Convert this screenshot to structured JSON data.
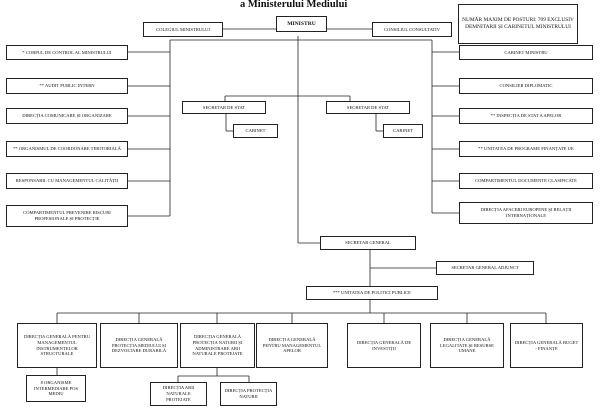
{
  "title": "a Ministerului Mediului",
  "note": "NUMĂR  MAXIM DE POSTURI: 709 EXCLUSIV DEMNITARII  ȘI CABINETUL MINISTRULUI",
  "center": {
    "ministru": "MINISTRU",
    "colegiul": "COLEGIUL MINISTRULUI",
    "consiliul": "CONSILIUL CONSULTATIV",
    "secretar_stat_1": "SECRETAR DE STAT",
    "cabinet_1": "CABINET",
    "secretar_stat_2": "SECRETAR DE STAT",
    "cabinet_2": "CABINET",
    "secretar_general": "SECRETAR GENERAL",
    "secretar_general_adjunct": "SECRETAR GENERAL ADJUNCT",
    "unitatea_politici": "*** UNITATEA DE POLITICI PUBLICE"
  },
  "left_boxes": [
    "*  CORPUL DE CONTROL AL MINISTRULUI",
    "** AUDIT PUBLIC INTERN",
    "DIRECȚIA COMUNICARE ȘI ORGANIZARE",
    "** ORGANISMUL DE COORDONARE TERITORIALĂ",
    "RESPONSABIL CU MANAGEMENTUL CALITĂȚII",
    "COMPARTIMENTUL PREVENIRE RISCURI PROFESIONALE ȘI PROTECȚIE"
  ],
  "right_boxes": [
    "CABINET MINISTRU",
    "CONSILIER DIPLOMATIC",
    "** INSPECȚIA DE STAT A APELOR",
    "**   UNITATEA DE PROGRAME FINANȚATE UE",
    "COMPARTIMENTUL DOCUMENTE CLASIFICATE",
    "DIRECȚIA AFACERI EUROPENE ȘI RELAȚII INTERNAȚIONALE"
  ],
  "bottom_boxes": [
    "DIRECȚIA GENERALĂ PENTRU MANAGEMENTUL INSTRUMENTELOR STRUCTURALE",
    "DIRECȚIA GENERALĂ PROTECȚIA MEDIULUI ȘI DEZVOLTARE DURABILĂ",
    "DIRECȚIA GENERALĂ PROTECȚIA NATURII ȘI ADMINISTRARE ARII NATURALE PROTEJATE",
    "DIRECȚIA GENERALĂ PENTRU MANAGEMENTUL APELOR",
    "DIRECȚIA GENERALĂ DE INVESTIȚII",
    "DIRECȚIA GENERALĂ LEGALITATE ȘI RESURSE UMANE",
    "DIRECȚIA GENERALĂ BUGET - FINANȚE"
  ],
  "sub_boxes": {
    "organisme": "8 ORGANISME INTERMEDIARE POS MEDIU",
    "arii": "DIRECȚIA ARII NATURALE PROTEJATE",
    "protectia_naturii": "DIRECȚIA PROTECȚIA NATURII"
  }
}
